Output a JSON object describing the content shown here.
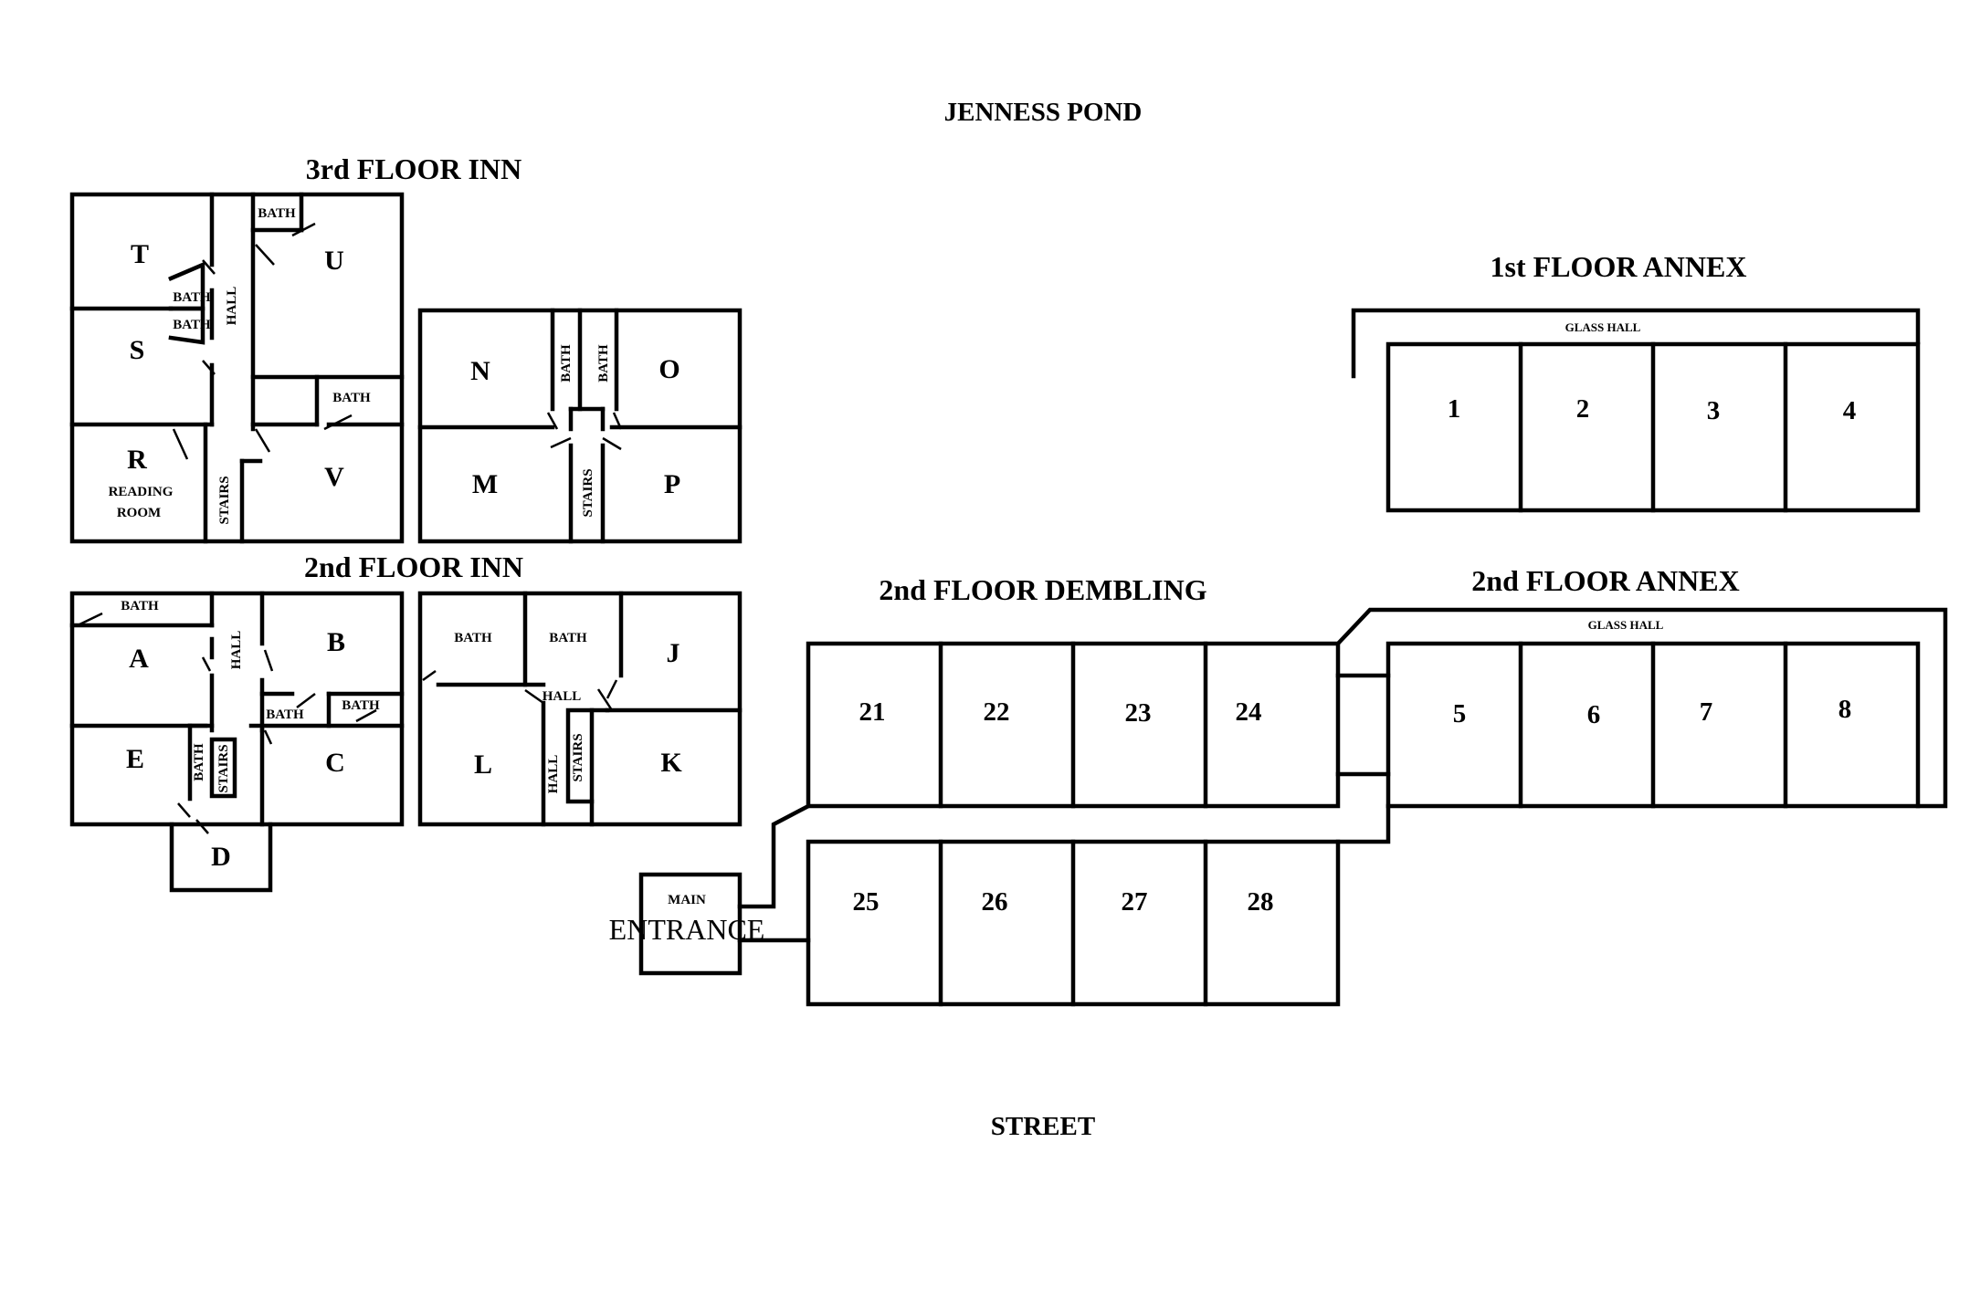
{
  "headers": {
    "top": "JENNESS POND",
    "bottom": "STREET",
    "floor3_inn": "3rd FLOOR INN",
    "floor2_inn": "2nd FLOOR INN",
    "floor2_dembling": "2nd FLOOR DEMBLING",
    "floor1_annex": "1st FLOOR ANNEX",
    "floor2_annex": "2nd FLOOR ANNEX"
  },
  "labels": {
    "bath": "BATH",
    "hall": "HALL",
    "stairs": "STAIRS",
    "reading": "READING",
    "room": "ROOM",
    "glass_hall": "GLASS HALL",
    "main": "MAIN",
    "entrance": "ENTRANCE"
  },
  "rooms": {
    "T": "T",
    "U": "U",
    "S": "S",
    "R": "R",
    "V": "V",
    "N": "N",
    "O": "O",
    "M": "M",
    "P": "P",
    "A": "A",
    "B": "B",
    "C": "C",
    "D": "D",
    "E": "E",
    "J": "J",
    "K": "K",
    "L": "L"
  },
  "annex_rooms": {
    "r1": "1",
    "r2": "2",
    "r3": "3",
    "r4": "4",
    "r5": "5",
    "r6": "6",
    "r7": "7",
    "r8": "8"
  },
  "dembling_rooms": {
    "r21": "21",
    "r22": "22",
    "r23": "23",
    "r24": "24",
    "r25": "25",
    "r26": "26",
    "r27": "27",
    "r28": "28"
  }
}
